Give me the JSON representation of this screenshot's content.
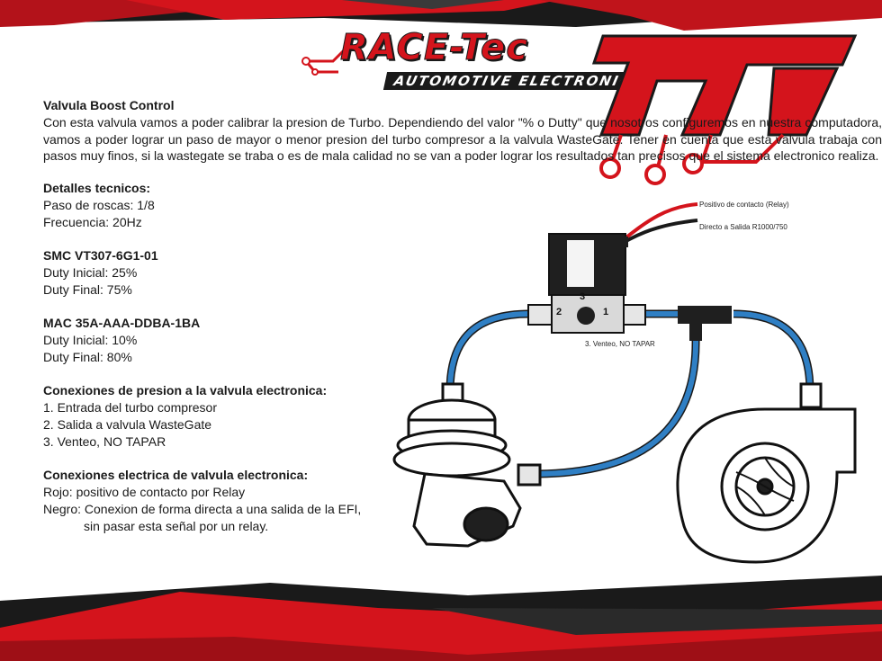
{
  "brand": {
    "name": "RACE-Tec",
    "subtitle": "AUTOMOTIVE ELECTRONIC",
    "monogram": "RT"
  },
  "colors": {
    "accent_red": "#d4141c",
    "dark": "#1a1a1a",
    "hose_blue": "#2f7fc4"
  },
  "intro": {
    "title": "Valvula Boost Control",
    "text": "Con esta valvula vamos a poder calibrar la presion de Turbo.  Dependiendo del valor \"% o Dutty\" que nosotros configuremos en nuestra computadora, vamos a poder lograr un paso de mayor o menor presion del turbo compresor a la valvula WasteGate. Tener en cuenta que esta valvula trabaja con pasos muy finos, si la wastegate se traba o es de mala calidad no se van a poder lograr los resultados tan precisos que el sistema electronico realiza."
  },
  "tech": {
    "title": "Detalles tecnicos:",
    "lines": [
      "Paso de roscas: 1/8",
      "Frecuencia: 20Hz"
    ]
  },
  "smc": {
    "title": "SMC VT307-6G1-01",
    "lines": [
      "Duty Inicial: 25%",
      "Duty Final: 75%"
    ]
  },
  "mac": {
    "title": "MAC 35A-AAA-DDBA-1BA",
    "lines": [
      "Duty Inicial: 10%",
      "Duty Final: 80%"
    ]
  },
  "pressure": {
    "title": "Conexiones de presion a la valvula electronica:",
    "lines": [
      "1. Entrada del turbo compresor",
      "2. Salida a valvula WasteGate",
      "3. Venteo, NO TAPAR"
    ]
  },
  "electric": {
    "title": "Conexiones electrica de valvula electronica:",
    "lines": [
      "Rojo: positivo de contacto por Relay",
      "Negro: Conexion de forma directa a una salida de la EFI,",
      "sin pasar esta señal por un relay."
    ]
  },
  "diagram": {
    "label_positive": "Positivo de contacto (Relay)",
    "label_direct": "Directo a Salida R1000/750",
    "label_vent": "3. Venteo, NO TAPAR",
    "port_1": "1",
    "port_2": "2",
    "port_3": "3"
  }
}
